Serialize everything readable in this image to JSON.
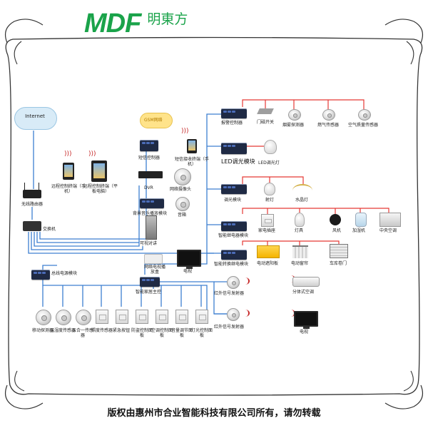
{
  "brand": {
    "logo": "MDF",
    "name": "明東方"
  },
  "footer": "版权由惠州市合业智能科技有限公司所有，请勿转载",
  "colors": {
    "bus_blue": "#3d7fd1",
    "relay_red": "#e53935",
    "logo_green": "#1aa34a",
    "frame": "#333333"
  },
  "network": {
    "internet": "Internet",
    "router": "无线路由器",
    "switch": "交换机",
    "remote_phone": "远程控制终端（手机）",
    "remote_tablet": "远程控制终端（平板电脑）",
    "gsm": "GSM网络",
    "sms_controller": "短信控制器",
    "sms_phone": "短信接收终端（手机）",
    "dvr": "DVR",
    "camera": "网络摄像头",
    "bgm": "背景音乐播放模块",
    "speaker": "音箱",
    "intercom": "可视对讲",
    "tv_box": "网络电视播放盒",
    "tv": "电视",
    "host": "智能家居主控"
  },
  "security": {
    "module": "报警控制器",
    "items": [
      "门磁开关",
      "烟雾探测器",
      "燃气传感器",
      "空气质量传感器"
    ]
  },
  "led": {
    "module": "LED调光模块",
    "light": "LED调光灯"
  },
  "dimmer": {
    "module": "调光模块",
    "items": [
      "射灯",
      "水晶灯"
    ]
  },
  "relay": {
    "module": "智能继电器模块",
    "items": [
      "家电插座",
      "灯具",
      "风机",
      "加湿机",
      "中央空调"
    ]
  },
  "motor": {
    "module": "智能转换继电模块",
    "items": [
      "电动遮阳板",
      "电动窗帘",
      "车库卷门"
    ]
  },
  "power": {
    "module": "总线电源模块"
  },
  "ir": {
    "emitters": [
      "红外信号发射器",
      "红外信号发射器"
    ],
    "ac": "分体式空调",
    "tv": "电视"
  },
  "bus_devices": [
    "移动探测器",
    "温湿度传感器",
    "五合一传感器",
    "照度传感器",
    "紧急按钮",
    "防盗控制面板",
    "空调控制面板",
    "音量调节面板",
    "灯光控制面板"
  ]
}
